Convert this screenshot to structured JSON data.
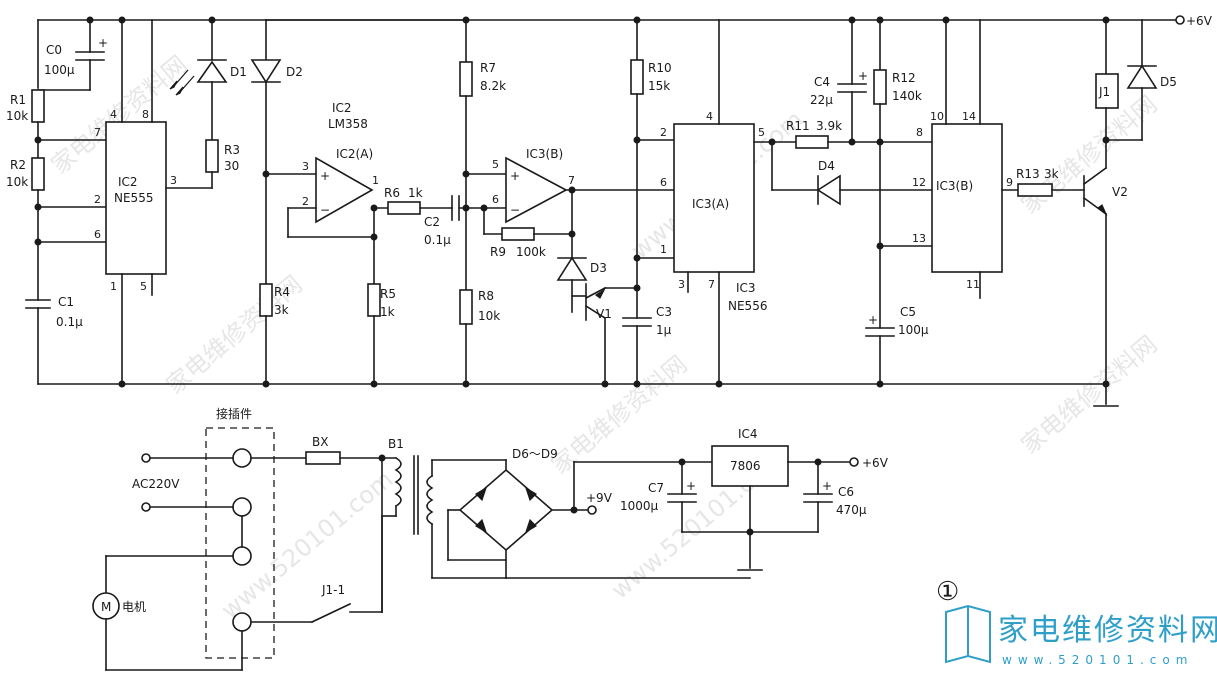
{
  "figure_number": "①",
  "supply_label": "+6V",
  "components": {
    "C0": {
      "ref": "C0",
      "value": "100μ"
    },
    "R1": {
      "ref": "R1",
      "value": "10k"
    },
    "R2": {
      "ref": "R2",
      "value": "10k"
    },
    "C1": {
      "ref": "C1",
      "value": "0.1μ"
    },
    "IC2_555": {
      "ref": "IC2",
      "part": "NE555"
    },
    "D1": {
      "ref": "D1"
    },
    "D2": {
      "ref": "D2"
    },
    "R3": {
      "ref": "R3",
      "value": "30"
    },
    "IC2_358": {
      "ref": "IC2",
      "part": "LM358",
      "unit": "IC2(A)"
    },
    "R4": {
      "ref": "R4",
      "value": "3k"
    },
    "R5": {
      "ref": "R5",
      "value": "1k"
    },
    "R6": {
      "ref": "R6",
      "value": "1k"
    },
    "C2": {
      "ref": "C2",
      "value": "0.1μ"
    },
    "R7": {
      "ref": "R7",
      "value": "8.2k"
    },
    "R8": {
      "ref": "R8",
      "value": "10k"
    },
    "IC3B_amp": {
      "unit": "IC3(B)"
    },
    "R9": {
      "ref": "R9",
      "value": "100k"
    },
    "D3": {
      "ref": "D3"
    },
    "V1": {
      "ref": "V1"
    },
    "C3": {
      "ref": "C3",
      "value": "1μ"
    },
    "R10": {
      "ref": "R10",
      "value": "15k"
    },
    "IC3A": {
      "unit": "IC3(A)",
      "ref": "IC3",
      "part": "NE556"
    },
    "C4": {
      "ref": "C4",
      "value": "22μ"
    },
    "R11": {
      "ref": "R11",
      "value": "3.9k"
    },
    "R12": {
      "ref": "R12",
      "value": "140k"
    },
    "D4": {
      "ref": "D4"
    },
    "C5": {
      "ref": "C5",
      "value": "100μ"
    },
    "IC3B": {
      "unit": "IC3(B)"
    },
    "R13": {
      "ref": "R13",
      "value": "3k"
    },
    "V2": {
      "ref": "V2"
    },
    "J1": {
      "ref": "J1"
    },
    "D5": {
      "ref": "D5"
    },
    "connector": {
      "label": "接插件"
    },
    "BX": {
      "ref": "BX"
    },
    "B1": {
      "ref": "B1"
    },
    "AC": {
      "label": "AC220V"
    },
    "motor": {
      "symbol": "M",
      "label": "电机"
    },
    "J1_1": {
      "ref": "J1-1"
    },
    "bridge": {
      "ref": "D6～D9"
    },
    "plus9": {
      "label": "+9V"
    },
    "IC4": {
      "ref": "IC4",
      "part": "7806"
    },
    "C7": {
      "ref": "C7",
      "value": "1000μ"
    },
    "C6": {
      "ref": "C6",
      "value": "470μ"
    },
    "out6": {
      "label": "+6V"
    }
  },
  "pins": {
    "ic2_555": [
      "4",
      "8",
      "7",
      "2",
      "6",
      "3",
      "1",
      "5"
    ],
    "ic2a": [
      "3",
      "2",
      "1"
    ],
    "ic3b_amp": [
      "5",
      "6",
      "7"
    ],
    "ic3a": [
      "4",
      "2",
      "6",
      "1",
      "3",
      "7",
      "5"
    ],
    "ic3b": [
      "10",
      "14",
      "8",
      "12",
      "9",
      "13",
      "11"
    ]
  },
  "logo": {
    "text": "家电维修资料网",
    "url": "www.520101.com"
  },
  "watermark": {
    "text": "家电维修资料网",
    "url": "www.520101.com"
  },
  "colors": {
    "ink": "#1a1a1a",
    "logo": "#2f9fc8",
    "watermark": "#c8c8c8"
  }
}
